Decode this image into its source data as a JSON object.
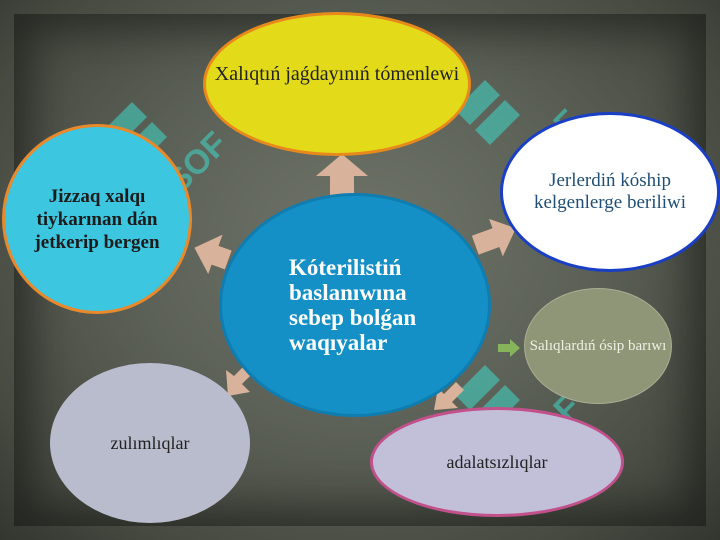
{
  "diagram": {
    "center": {
      "text": "Kóterilistiń baslanıwına sebep bolǵan waqıyalar"
    },
    "nodes": {
      "top": "Xalıqtıń jaǵdayınıń tómenlewi",
      "left": "Jizzaq xalqı tiykarınan dán jetkerip bergen",
      "right": "Jerlerdiń kóship kelgenlerge beriliwi",
      "mid_right": "Salıqlardıń ósip barıwı",
      "bottom_left": "zulımlıqlar",
      "bottom_right": "adalatsızlıqlar"
    }
  },
  "watermark": {
    "text": "SOF",
    "color": "#3fd8c8"
  },
  "colors": {
    "center_fill": "#1490c6",
    "top_fill": "#e3db1a",
    "left_fill": "#3cc6e0",
    "right_fill": "#ffffff",
    "mid_right_fill": "#8e9677",
    "bottom_left_fill": "#b9bccc",
    "bottom_right_fill": "#c2bfd9",
    "arrow_fill": "#d8b29a"
  }
}
